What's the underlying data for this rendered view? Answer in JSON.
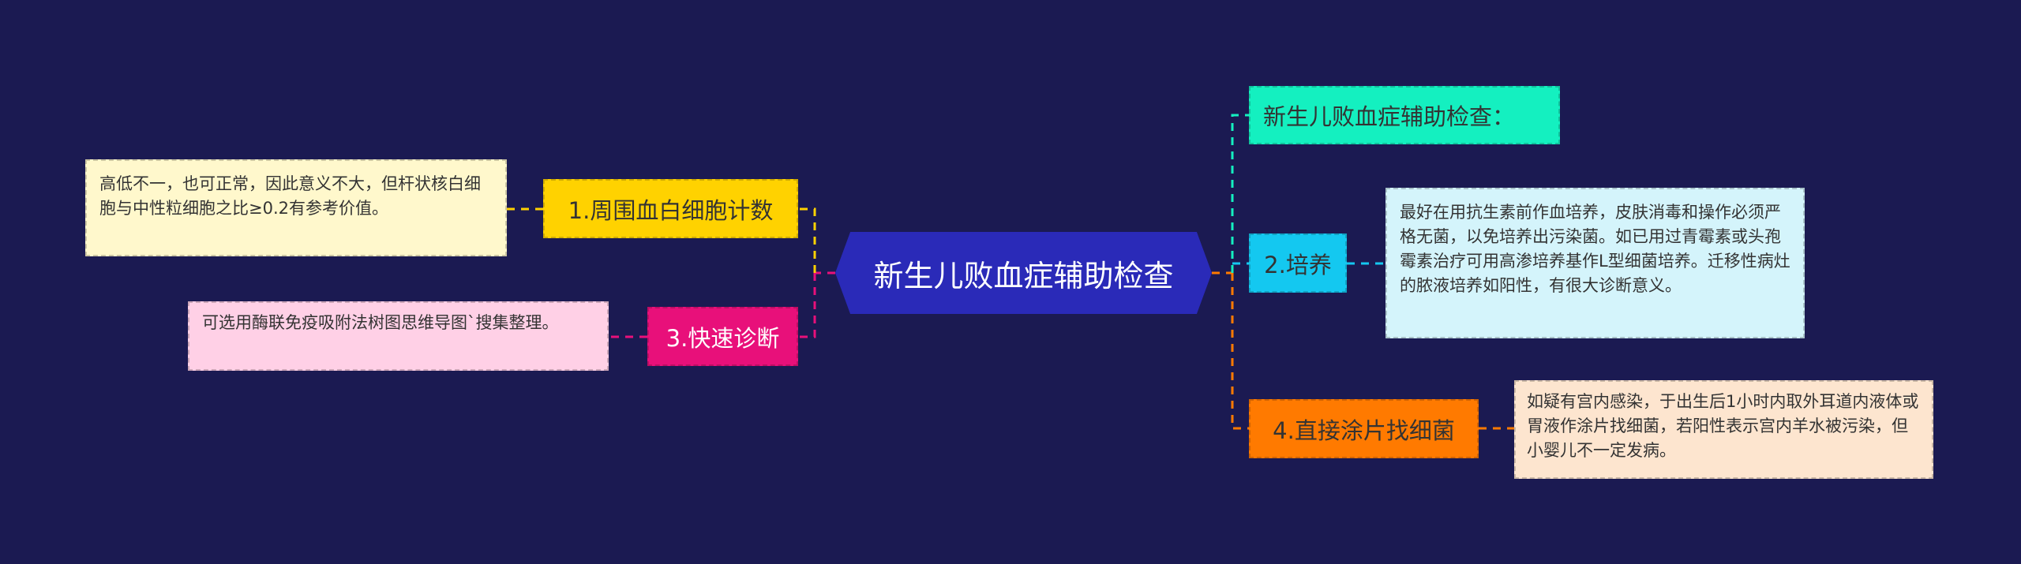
{
  "center": {
    "label": "新生儿败血症辅助检查",
    "color": "#2a2ab8"
  },
  "left_branches": [
    {
      "label": "1.周围血白细胞计数",
      "color": "#ffd200",
      "detail": "高低不一，也可正常，因此意义不大，但杆状核白细胞与中性粒细胞之比≥0.2有参考价值。",
      "detail_color": "#fff8cc"
    },
    {
      "label": "3.快速诊断",
      "color": "#e8107a",
      "detail": "可选用酶联免疫吸附法树图思维导图`搜集整理。",
      "detail_color": "#ffd0e6"
    }
  ],
  "right_branches": [
    {
      "label": "新生儿败血症辅助检查：",
      "color": "#14f0c0"
    },
    {
      "label": "2.培养",
      "color": "#14c8f0",
      "detail": "最好在用抗生素前作血培养，皮肤消毒和操作必须严格无菌，以免培养出污染菌。如已用过青霉素或头孢霉素治疗可用高渗培养基作L型细菌培养。迁移性病灶的脓液培养如阳性，有很大诊断意义。",
      "detail_color": "#d4f4fb"
    },
    {
      "label": "4.直接涂片找细菌",
      "color": "#ff7a00",
      "detail": "如疑有宫内感染，于出生后1小时内取外耳道内液体或胃液作涂片找细菌，若阳性表示宫内羊水被污染，但小婴儿不一定发病。",
      "detail_color": "#fde5cf"
    }
  ]
}
